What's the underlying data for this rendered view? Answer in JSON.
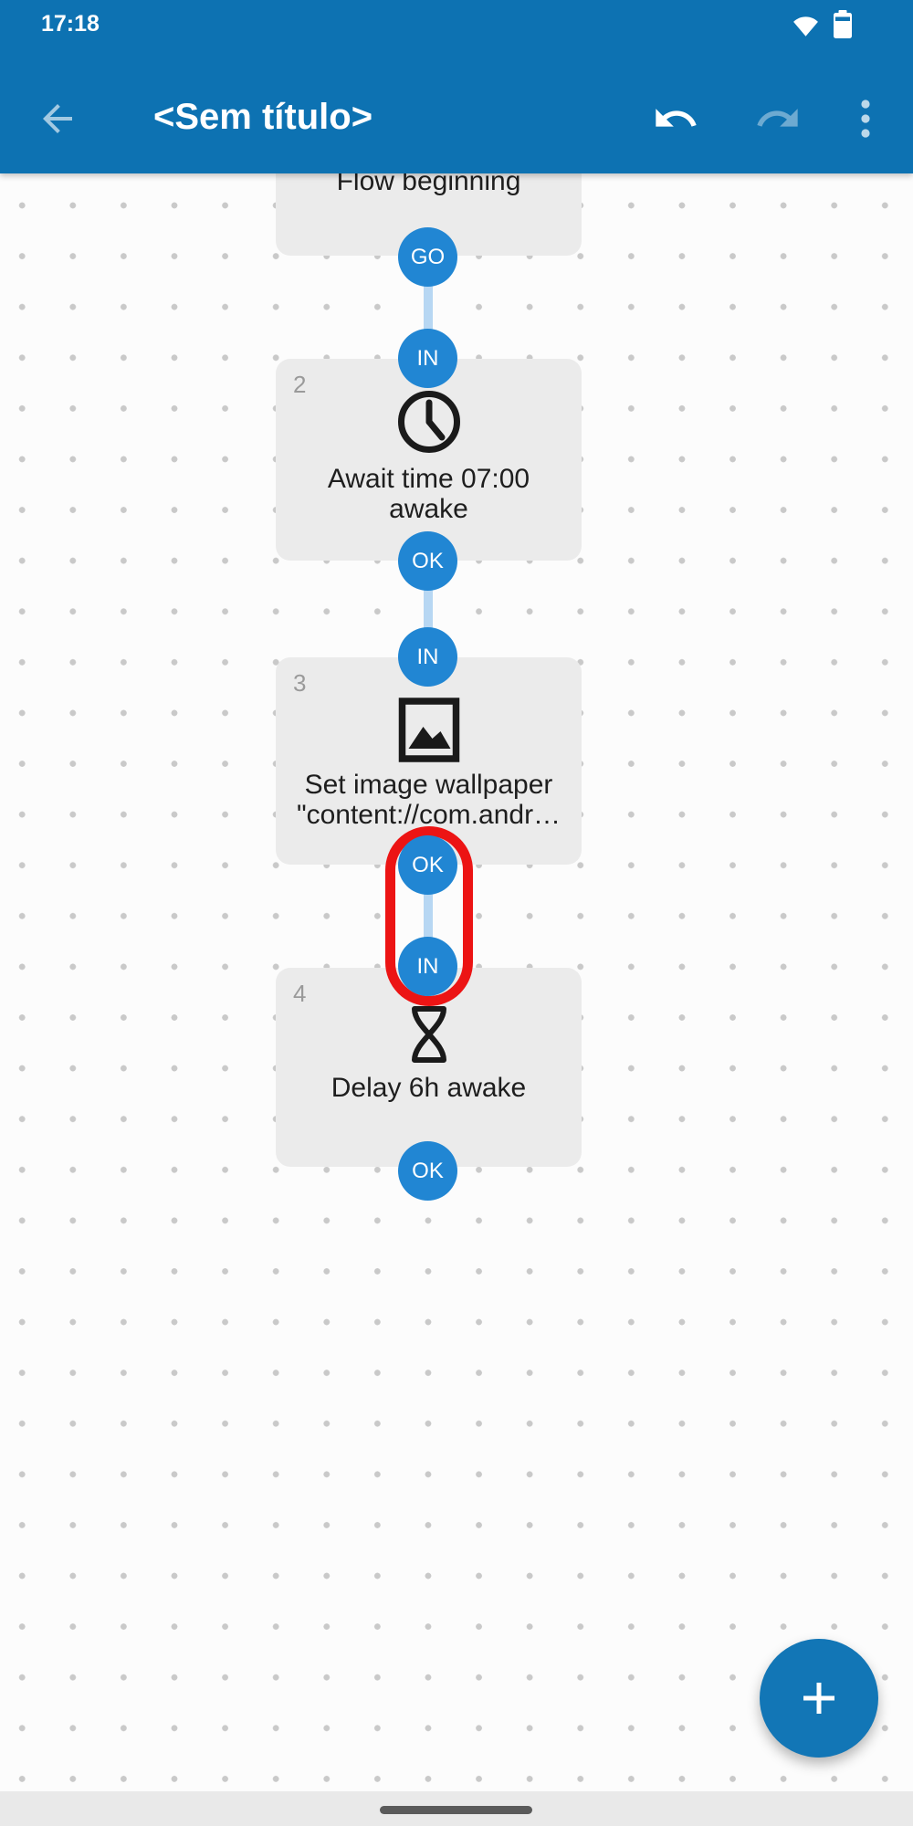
{
  "status_bar": {
    "time": "17:18",
    "icons": [
      "wifi-icon",
      "battery-icon"
    ]
  },
  "app_bar": {
    "title": "<Sem título>",
    "icons": {
      "back": "arrow-back-icon",
      "undo": "undo-icon",
      "redo": "redo-icon",
      "more": "more-vert-icon"
    },
    "undo_enabled": true,
    "redo_enabled": false
  },
  "canvas": {
    "blocks": {
      "b1": {
        "number": "",
        "line1": "Flow beginning",
        "line2": "",
        "icon": ""
      },
      "b2": {
        "number": "2",
        "line1": "Await time 07:00",
        "line2": "awake",
        "icon": "clock-icon"
      },
      "b3": {
        "number": "3",
        "line1": "Set image wallpaper",
        "line2": "\"content://com.andr…",
        "icon": "image-icon"
      },
      "b4": {
        "number": "4",
        "line1": "Delay 6h awake",
        "line2": "",
        "icon": "hourglass-icon"
      }
    },
    "ports": {
      "go": "GO",
      "in": "IN",
      "ok": "OK"
    },
    "highlight": "red-ring around OK-to-IN connection between blocks 3 and 4"
  },
  "fab": {
    "icon": "plus-icon"
  },
  "nav_bar": {
    "element": "gesture-handle"
  },
  "colors": {
    "app_bar": "#0d72b2",
    "port_blue": "#2186d3",
    "connector_blue": "#b7d7f3",
    "highlight_red": "#ec1414",
    "block_gray": "#ebebeb",
    "fab_blue": "#1276b6",
    "canvas_bg": "#fcfcfc"
  }
}
